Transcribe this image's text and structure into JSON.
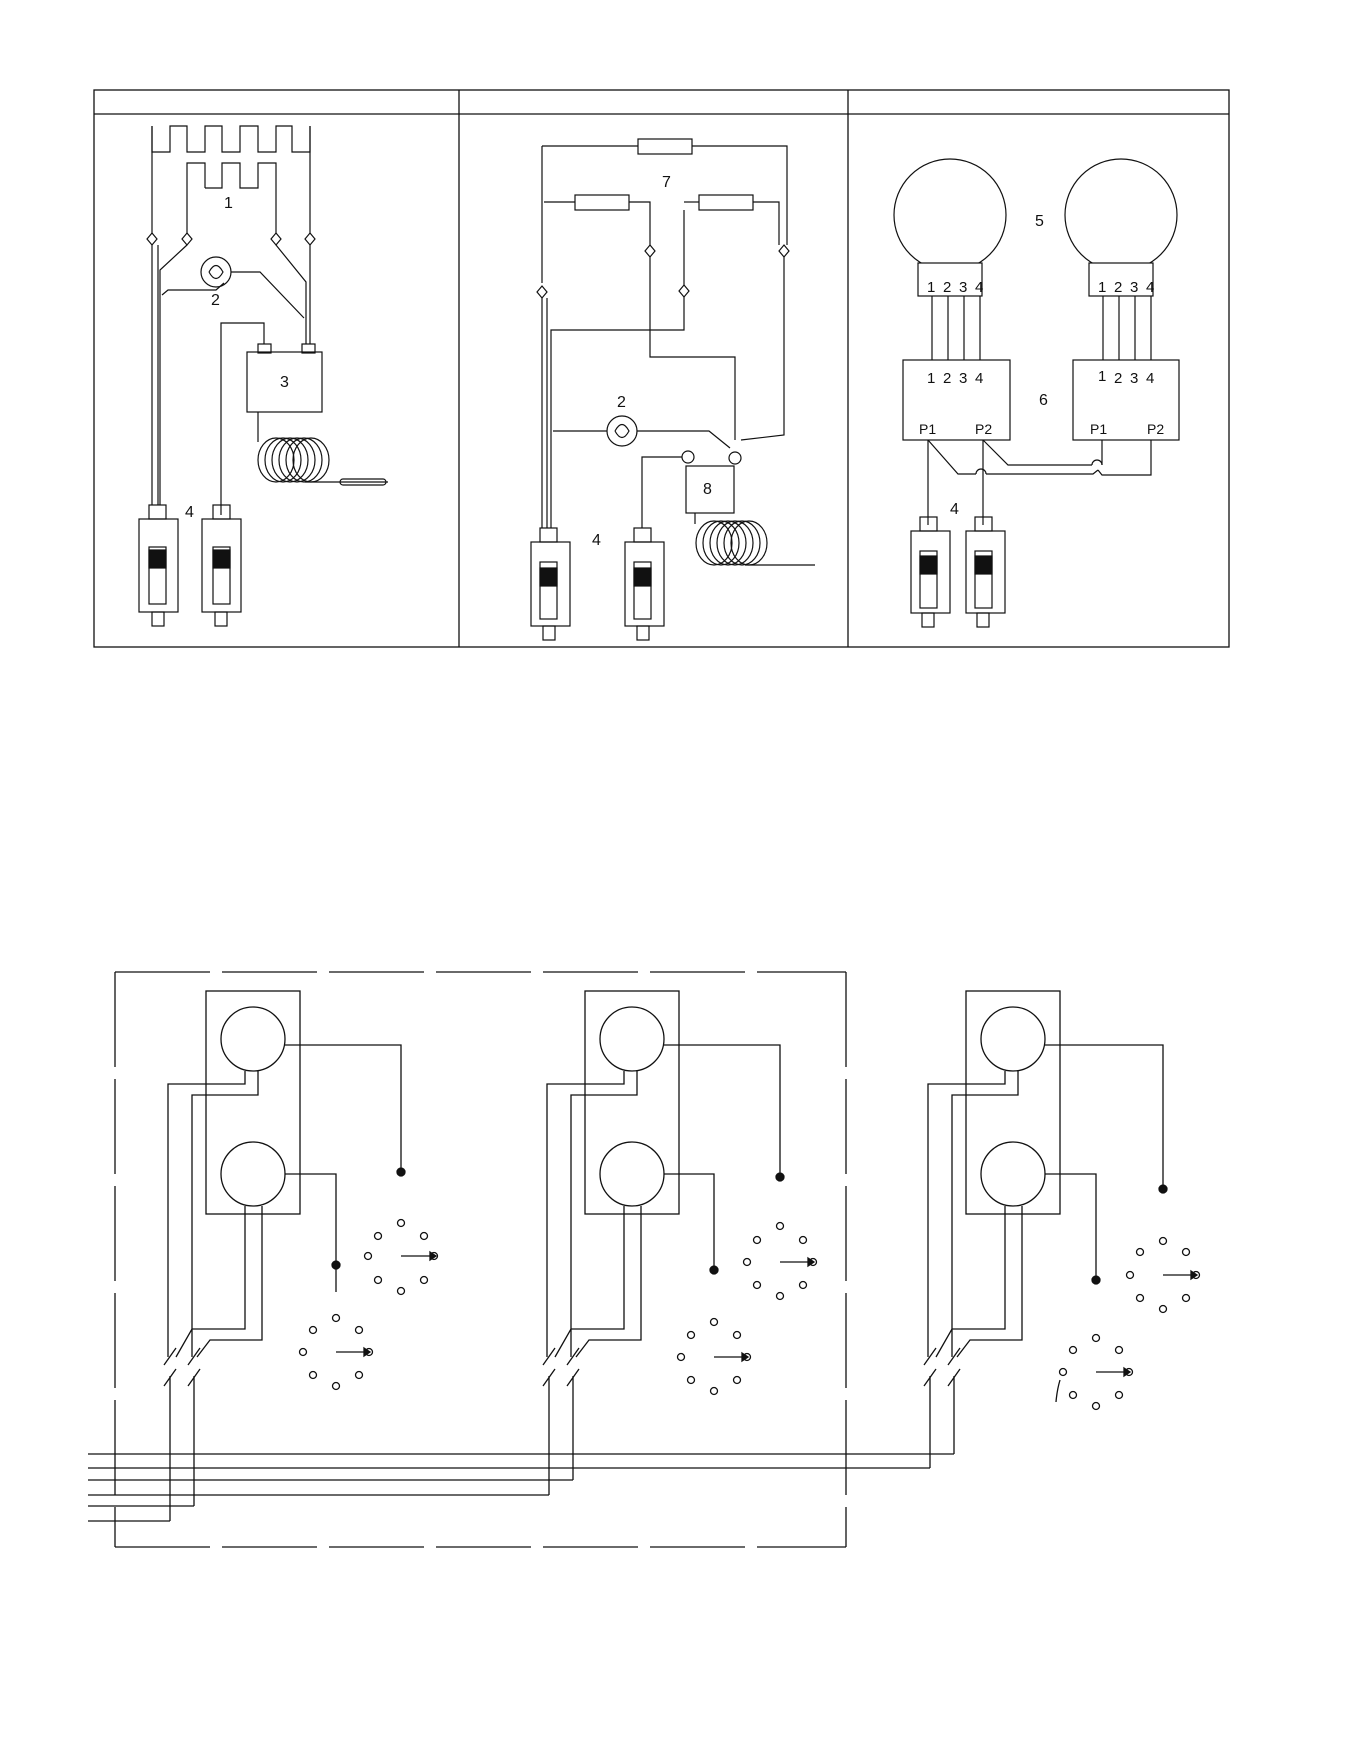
{
  "panel_a": {
    "label_heater": "1",
    "label_lamp": "2",
    "label_thermostat": "3",
    "label_switches": "4"
  },
  "panel_b": {
    "label_resistors": "7",
    "label_lamp": "2",
    "label_controller": "8",
    "label_switches": "4"
  },
  "panel_c": {
    "label_motors": "5",
    "label_regulators": "6",
    "label_switches": "4",
    "terminals": [
      "1",
      "2",
      "3",
      "4"
    ],
    "port_p1": "P1",
    "port_p2": "P2"
  },
  "colors": {
    "line": "#111111",
    "background": "#ffffff"
  },
  "icons": [
    "plug-switch-icon",
    "lamp-icon",
    "coil-probe-icon",
    "motor-icon",
    "rotary-switch-icon"
  ]
}
